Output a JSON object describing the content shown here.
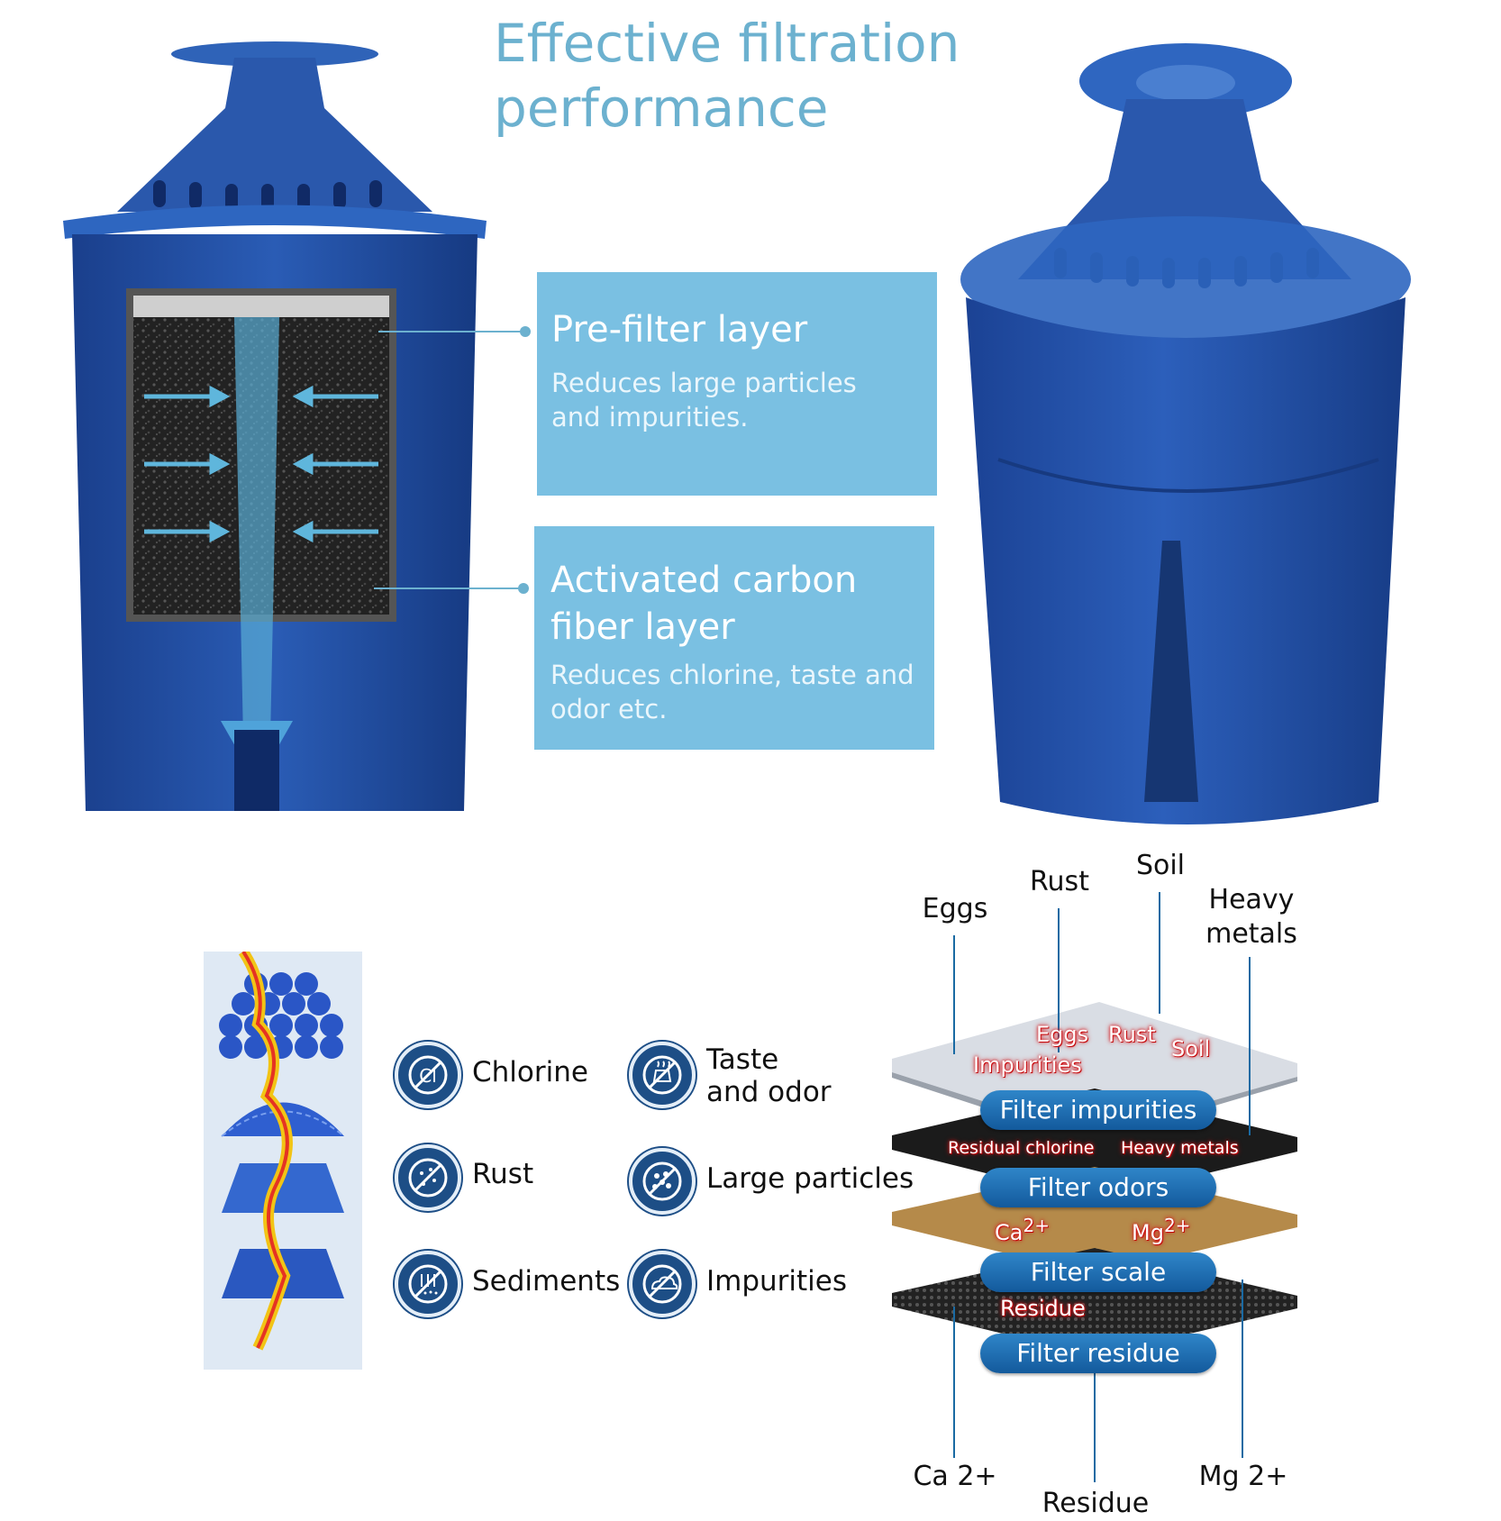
{
  "title": {
    "line1": "Effective filtration",
    "line2": "performance"
  },
  "layers": {
    "prefilter": {
      "heading": "Pre-filter layer",
      "desc_line1": "Reduces large particles",
      "desc_line2": "and impurities."
    },
    "carbon": {
      "heading_line1": "Activated carbon",
      "heading_line2": "fiber layer",
      "desc_line1": "Reduces chlorine, taste and",
      "desc_line2": "odor etc."
    }
  },
  "removes": [
    {
      "icon": "chlorine-icon",
      "label_line1": "Chlorine",
      "label_line2": ""
    },
    {
      "icon": "taste-odor-icon",
      "label_line1": "Taste",
      "label_line2": "and odor"
    },
    {
      "icon": "rust-icon",
      "label_line1": "Rust",
      "label_line2": ""
    },
    {
      "icon": "large-particles-icon",
      "label_line1": "Large particles",
      "label_line2": ""
    },
    {
      "icon": "sediments-icon",
      "label_line1": "Sediments",
      "label_line2": ""
    },
    {
      "icon": "impurities-icon",
      "label_line1": "Impurities",
      "label_line2": ""
    }
  ],
  "diagram": {
    "top_labels": {
      "eggs": "Eggs",
      "rust": "Rust",
      "soil": "Soil",
      "heavy_line1": "Heavy",
      "heavy_line2": "metals"
    },
    "tags": {
      "eggs": "Eggs",
      "rust": "Rust",
      "soil": "Soil",
      "impurities": "Impurities",
      "residual_chlorine": "Residual chlorine",
      "heavy_metals": "Heavy metals",
      "ca": "Ca",
      "ca_charge": "2+",
      "mg": "Mg",
      "mg_charge": "2+",
      "residue": "Residue"
    },
    "pills": {
      "impurities": "Filter impurities",
      "odors": "Filter odors",
      "scale": "Filter scale",
      "residue": "Filter residue"
    },
    "bottom_labels": {
      "ca": "Ca 2+",
      "residue": "Residue",
      "mg": "Mg 2+"
    }
  },
  "colors": {
    "accent": "#6cb1cf",
    "box": "#7ac0e2",
    "cartridge": "#1f4fa3",
    "icon": "#1d4e86"
  }
}
